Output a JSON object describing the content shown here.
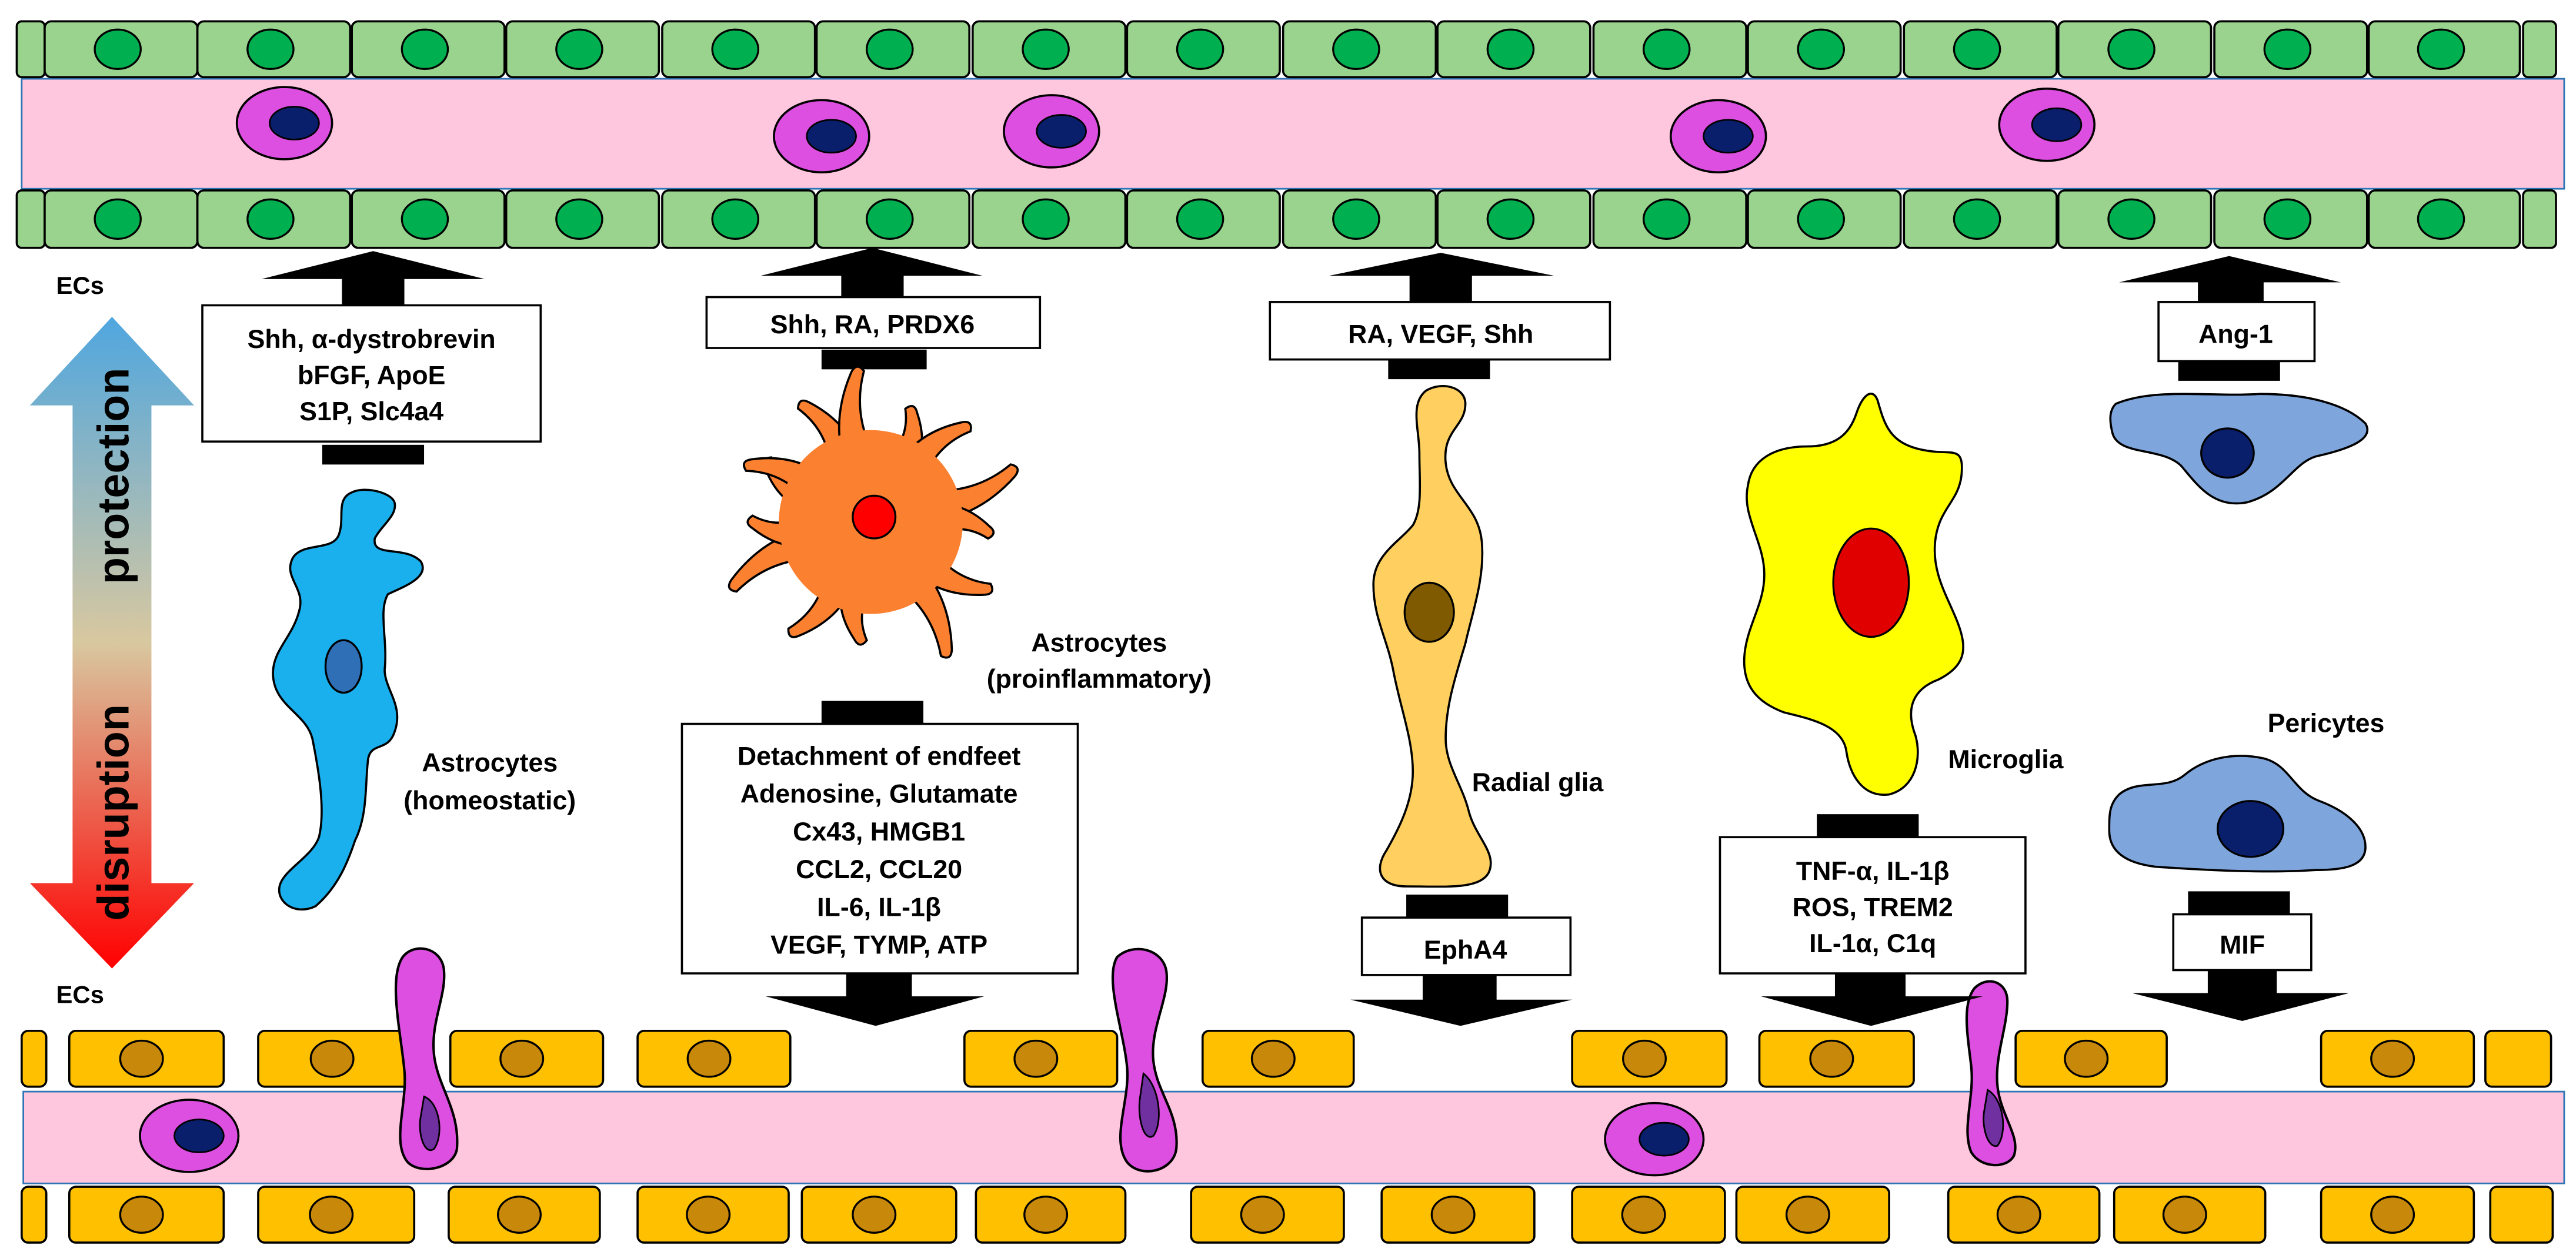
{
  "labels": {
    "ecs_top": "ECs",
    "ecs_bottom": "ECs",
    "protection": "protection",
    "disruption": "disruption",
    "astro_homeostatic": [
      "Astrocytes",
      "(homeostatic)"
    ],
    "astro_proinflammatory": [
      "Astrocytes",
      "(proinflammatory)"
    ],
    "radial_glia": "Radial glia",
    "microglia": "Microglia",
    "pericytes": "Pericytes"
  },
  "factor_boxes": {
    "astro_homeostatic_protect": [
      "Shh, α-dystrobrevin",
      "bFGF, ApoE",
      "S1P, Slc4a4"
    ],
    "astro_proinflammatory_protect": [
      "Shh, RA, PRDX6"
    ],
    "radial_glia_protect": [
      "RA, VEGF, Shh"
    ],
    "pericyte_protect": [
      "Ang-1"
    ],
    "astro_proinflammatory_disrupt": [
      "Detachment of endfeet",
      "Adenosine, Glutamate",
      "Cx43, HMGB1",
      "CCL2, CCL20",
      "IL-6, IL-1β",
      "VEGF, TYMP, ATP"
    ],
    "radial_glia_disrupt": [
      "EphA4"
    ],
    "microglia_disrupt": [
      "TNF-α, IL-1β",
      "ROS, TREM2",
      "IL-1α, C1q"
    ],
    "pericyte_disrupt": [
      "MIF"
    ]
  },
  "colors": {
    "healthy_ec": "#99d38d",
    "healthy_ec_nucleus": "#00b050",
    "disrupted_ec": "#ffc000",
    "disrupted_ec_nucleus": "#c8880a",
    "lumen": "#ffc7dd",
    "leukocyte": "#dc4fe0",
    "leukocyte_nucleus": "#0a1f6b",
    "astro_homeostatic": "#1ab0ee",
    "astro_proinflammatory": "#fb8030",
    "radial_glia": "#ffd060",
    "microglia": "#ffff00",
    "pericyte": "#7fa6dc",
    "protection_gradient_top": "#4fa6df",
    "disruption_gradient_bottom": "#ff0000"
  }
}
